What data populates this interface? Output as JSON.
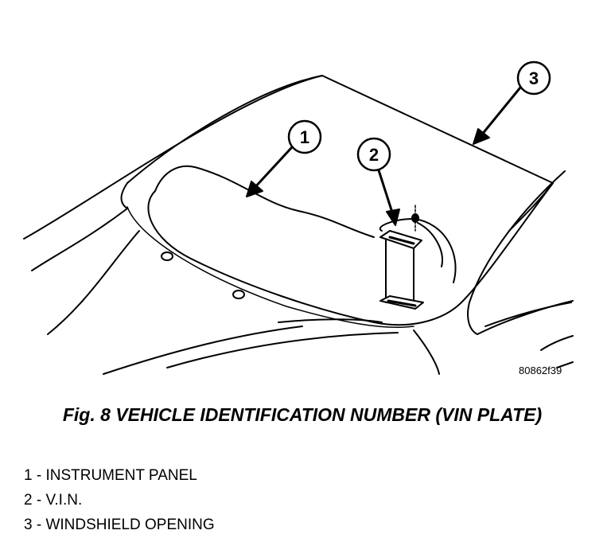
{
  "figure": {
    "caption": "Fig. 8 VEHICLE IDENTIFICATION NUMBER (VIN PLATE)",
    "image_code": "80862f39"
  },
  "callouts": [
    {
      "number": "1",
      "label": "1 - INSTRUMENT PANEL"
    },
    {
      "number": "2",
      "label": "2 - V.I.N."
    },
    {
      "number": "3",
      "label": "3 - WINDSHIELD OPENING"
    }
  ]
}
